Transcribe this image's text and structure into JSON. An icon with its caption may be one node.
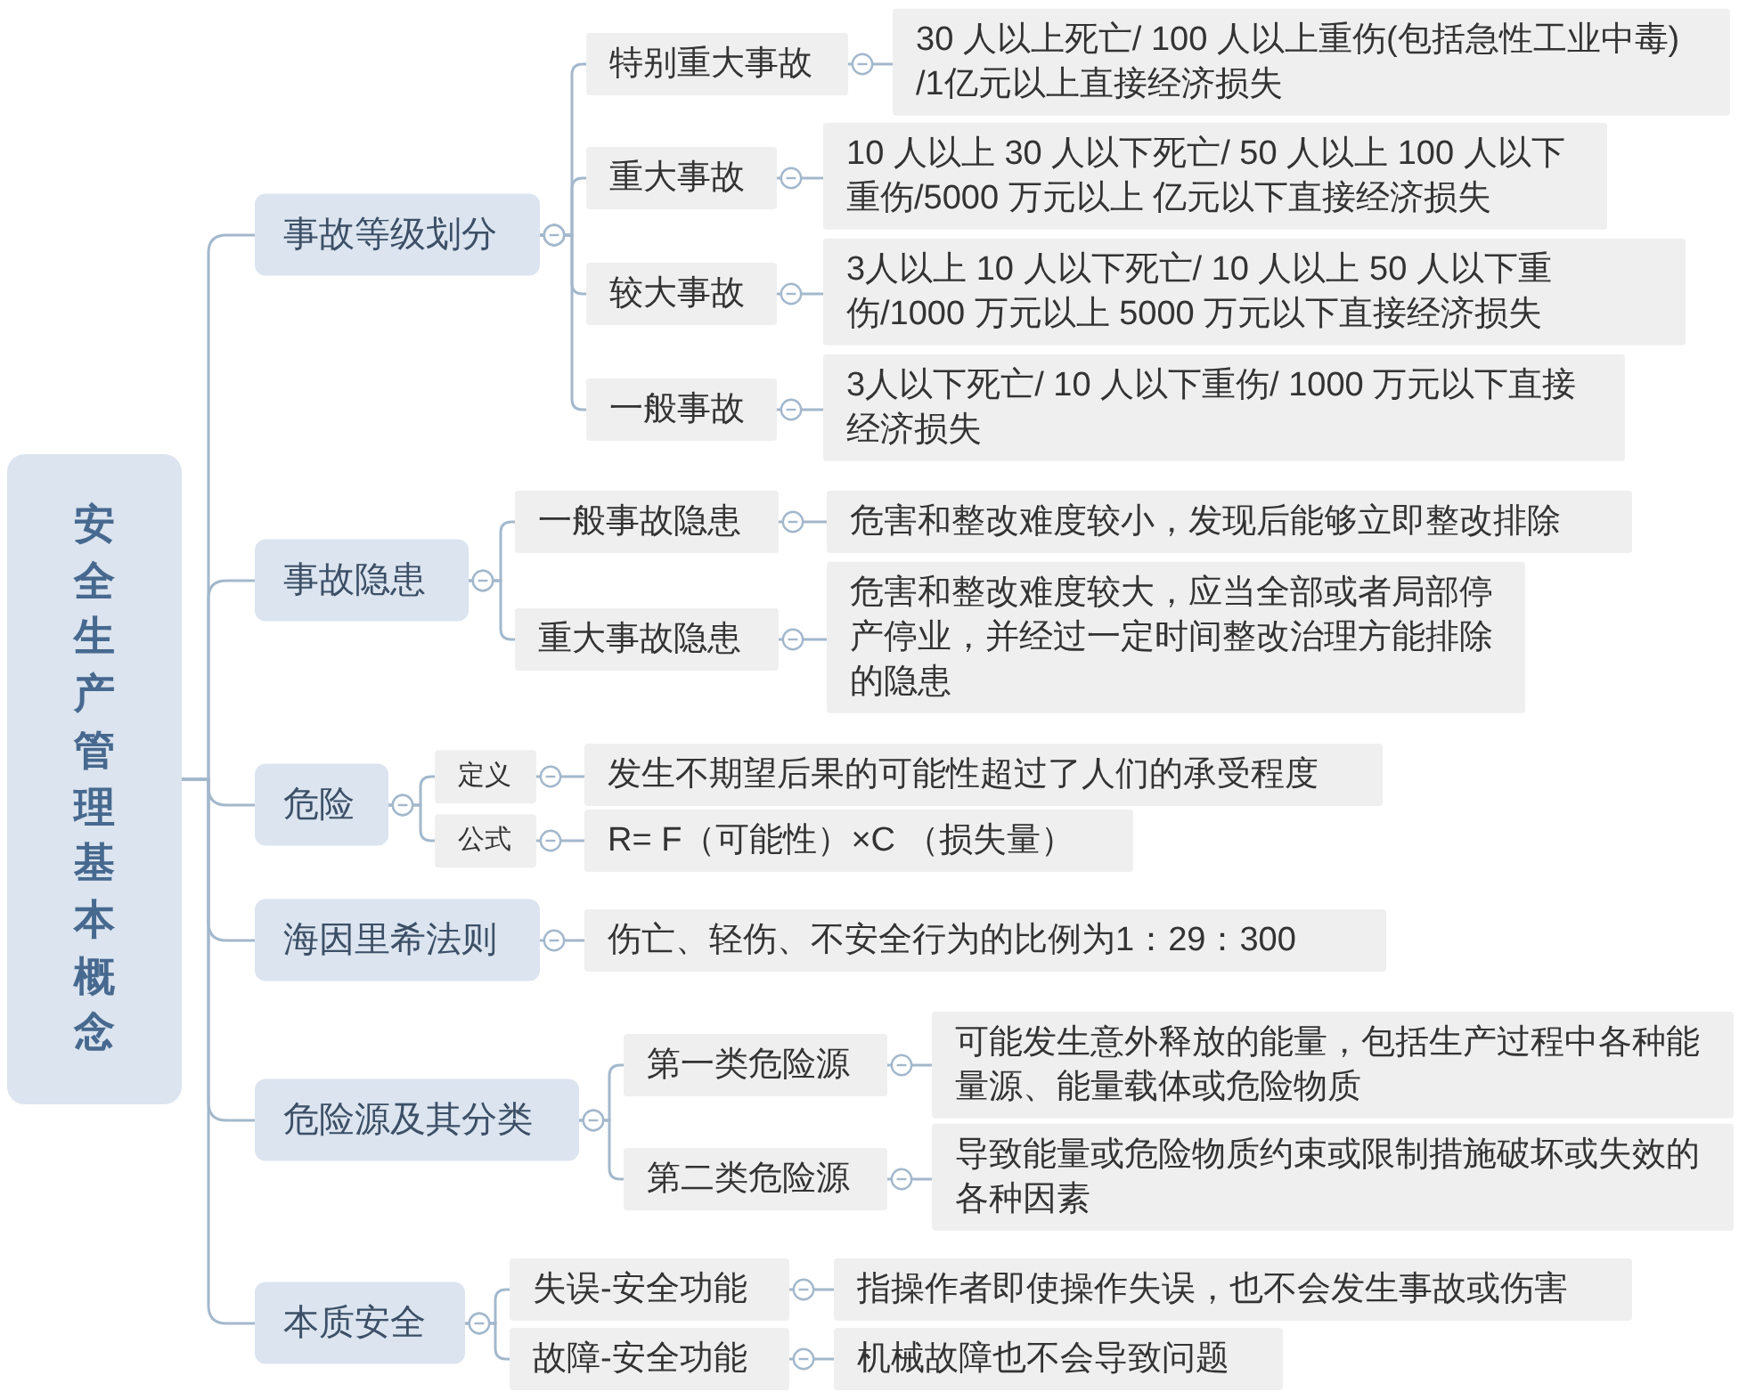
{
  "diagram": {
    "nodes": [
      {
        "text": [
          "安全生产管理基本概念"
        ]
      },
      {
        "text": [
          "事故等级划分"
        ]
      },
      {
        "text": [
          "特别重大事故"
        ]
      },
      {
        "text": [
          "30 人以上死亡/ 100 人以上重伤(包括急性工业中毒) /1亿元以上直接经济损失"
        ]
      },
      {
        "text": [
          "重大事故"
        ]
      },
      {
        "text": [
          "10 人以上 30 人以下死亡/ 50 人以上 100 人以下重伤/5000 万元以上 亿元以下直接经济损失"
        ]
      },
      {
        "text": [
          "较大事故"
        ]
      },
      {
        "text": [
          "3人以上 10 人以下死亡/ 10 人以上 50 人以下重伤/1000 万元以上 5000 万元以下直接经济损失"
        ]
      },
      {
        "text": [
          "一般事故"
        ]
      },
      {
        "text": [
          "3人以下死亡/ 10 人以下重伤/ 1000 万元以下直接经济损失"
        ]
      },
      {
        "text": [
          "事故隐患"
        ]
      },
      {
        "text": [
          "一般事故隐患"
        ]
      },
      {
        "text": [
          "危害和整改难度较小，发现后能够立即整改排除"
        ]
      },
      {
        "text": [
          "重大事故隐患"
        ]
      },
      {
        "text": [
          "危害和整改难度较大，应当全部或者局部停产停业，并经过一定时间整改治理方能排除的隐患"
        ]
      },
      {
        "text": [
          "危险"
        ]
      },
      {
        "text": [
          "定义"
        ]
      },
      {
        "text": [
          "发生不期望后果的可能性超过了人们的承受程度"
        ]
      },
      {
        "text": [
          "公式"
        ]
      },
      {
        "text": [
          "R= F（可能性）×C （损失量）"
        ]
      },
      {
        "text": [
          "海因里希法则"
        ]
      },
      {
        "text": [
          "伤亡、轻伤、不安全行为的比例为1：29：300"
        ]
      },
      {
        "text": [
          "危险源及其分类"
        ]
      },
      {
        "text": [
          "第一类危险源"
        ]
      },
      {
        "text": [
          "可能发生意外释放的能量，包括生产过程中各种能量源、能量载体或危险物质"
        ]
      },
      {
        "text": [
          "第二类危险源"
        ]
      },
      {
        "text": [
          "导致能量或危险物质约束或限制措施破坏或失效的各种因素"
        ]
      },
      {
        "text": [
          "本质安全"
        ]
      },
      {
        "text": [
          "失误-安全功能"
        ]
      },
      {
        "text": [
          "指操作者即使操作失误，也不会发生事故或伤害"
        ]
      },
      {
        "text": [
          "故障-安全功能"
        ]
      },
      {
        "text": [
          "机械故障也不会导致问题"
        ]
      }
    ],
    "edges": [
      {
        "from": 0,
        "to": 1,
        "arrow": "none"
      },
      {
        "from": 0,
        "to": 10,
        "arrow": "none"
      },
      {
        "from": 0,
        "to": 15,
        "arrow": "none"
      },
      {
        "from": 0,
        "to": 20,
        "arrow": "none"
      },
      {
        "from": 0,
        "to": 22,
        "arrow": "none"
      },
      {
        "from": 0,
        "to": 27,
        "arrow": "none"
      },
      {
        "from": 1,
        "to": 2,
        "arrow": "other"
      },
      {
        "from": 1,
        "to": 4,
        "arrow": "other"
      },
      {
        "from": 1,
        "to": 6,
        "arrow": "other"
      },
      {
        "from": 1,
        "to": 8,
        "arrow": "other"
      },
      {
        "from": 2,
        "to": 3,
        "arrow": "other"
      },
      {
        "from": 4,
        "to": 5,
        "arrow": "other"
      },
      {
        "from": 6,
        "to": 7,
        "arrow": "other"
      },
      {
        "from": 8,
        "to": 9,
        "arrow": "other"
      },
      {
        "from": 10,
        "to": 11,
        "arrow": "other"
      },
      {
        "from": 10,
        "to": 13,
        "arrow": "other"
      },
      {
        "from": 11,
        "to": 12,
        "arrow": "other"
      },
      {
        "from": 13,
        "to": 14,
        "arrow": "other"
      },
      {
        "from": 15,
        "to": 16,
        "arrow": "other"
      },
      {
        "from": 15,
        "to": 18,
        "arrow": "other"
      },
      {
        "from": 16,
        "to": 17,
        "arrow": "other"
      },
      {
        "from": 18,
        "to": 19,
        "arrow": "other"
      },
      {
        "from": 20,
        "to": 21,
        "arrow": "other"
      },
      {
        "from": 22,
        "to": 23,
        "arrow": "other"
      },
      {
        "from": 22,
        "to": 25,
        "arrow": "other"
      },
      {
        "from": 23,
        "to": 24,
        "arrow": "other"
      },
      {
        "from": 25,
        "to": 26,
        "arrow": "other"
      },
      {
        "from": 27,
        "to": 28,
        "arrow": "other"
      },
      {
        "from": 27,
        "to": 30,
        "arrow": "other"
      },
      {
        "from": 28,
        "to": 29,
        "arrow": "other"
      },
      {
        "from": 30,
        "to": 31,
        "arrow": "other"
      }
    ]
  }
}
